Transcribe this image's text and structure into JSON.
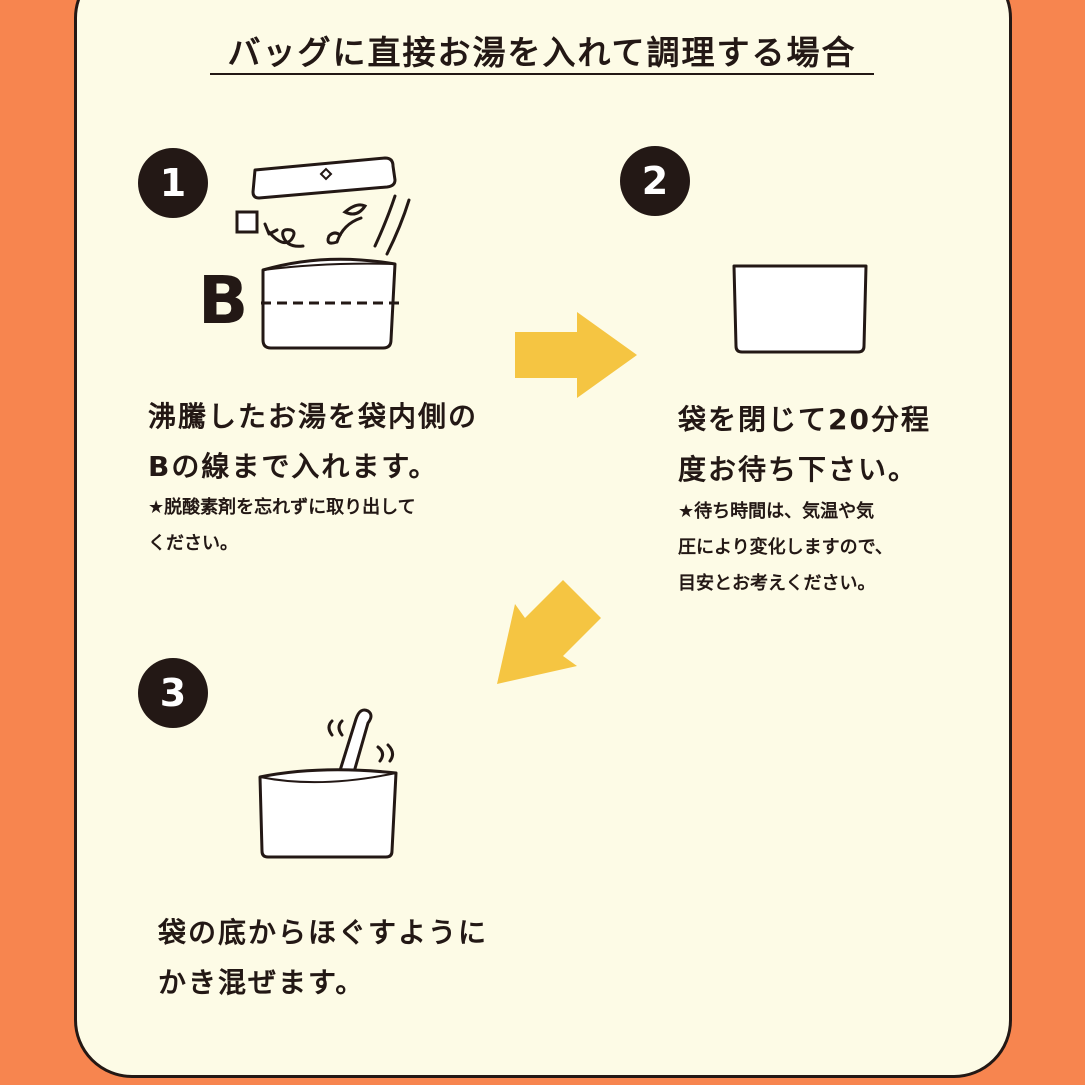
{
  "title": "バッグに直接お湯を入れて調理する場合",
  "steps": [
    {
      "number": "1",
      "bag_label": "B",
      "text_lines": [
        "沸騰したお湯を袋内側の",
        "Bの線まで入れます。"
      ],
      "note_lines": [
        "★脱酸素剤を忘れずに取り出して",
        "ください。"
      ]
    },
    {
      "number": "2",
      "text_lines": [
        "袋を閉じて20分程",
        "度お待ち下さい。"
      ],
      "note_lines": [
        "★待ち時間は、気温や気",
        "圧により変化しますので、",
        "目安とお考えください。"
      ]
    },
    {
      "number": "3",
      "text_lines": [
        "袋の底からほぐすように",
        "かき混ぜます。"
      ]
    }
  ],
  "colors": {
    "background": "#f7854f",
    "card": "#fdfbe6",
    "ink": "#231815",
    "arrow": "#f5c542"
  },
  "icons": [
    "bag-tear-strip-icon",
    "oxygen-absorber-icon",
    "pour-water-icon",
    "closed-bag-icon",
    "spoon-icon",
    "steam-icon",
    "arrow-right-icon",
    "arrow-down-left-icon"
  ]
}
